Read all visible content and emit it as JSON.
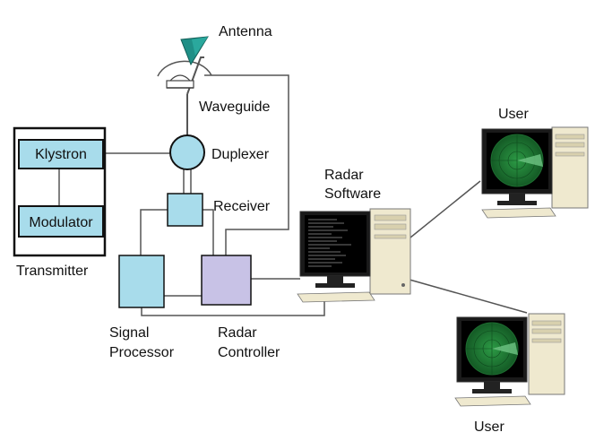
{
  "diagram": {
    "components": {
      "antenna": "Antenna",
      "waveguide": "Waveguide",
      "duplexer": "Duplexer",
      "klystron": "Klystron",
      "modulator": "Modulator",
      "transmitter": "Transmitter",
      "receiver": "Receiver",
      "signal_processor": [
        "Signal",
        "Processor"
      ],
      "radar_controller": [
        "Radar",
        "Controller"
      ],
      "radar_software": [
        "Radar",
        "Software"
      ],
      "user_top": "User",
      "user_bottom": "User"
    },
    "colors": {
      "block_blue": "#a8dceb",
      "controller_purple": "#c8c2e6",
      "antenna_teal": "#1f8f86",
      "screen_green": "#1f7a34",
      "case_beige": "#efe9cf",
      "line": "#555555"
    }
  }
}
